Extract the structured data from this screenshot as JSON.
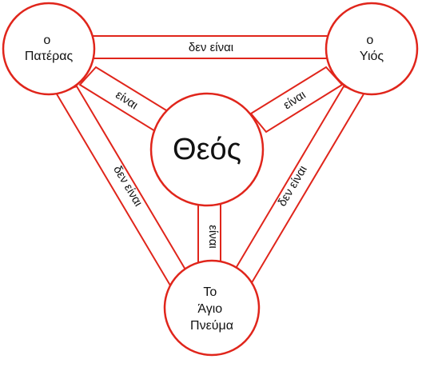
{
  "diagram": {
    "colors": {
      "stroke": "#e0251b",
      "fill": "#ffffff",
      "text": "#111111"
    },
    "nodes": {
      "father": {
        "lines": [
          "ο",
          "Πατέρας"
        ]
      },
      "son": {
        "lines": [
          "ο",
          "Υιός"
        ]
      },
      "spirit": {
        "lines": [
          "Το",
          "Άγιο",
          "Πνεύμα"
        ]
      },
      "god": {
        "label": "Θεός"
      }
    },
    "links": {
      "father_son": "δεν είναι",
      "father_spirit": "δεν είναι",
      "son_spirit": "δεν είναι",
      "father_god": "είναι",
      "son_god": "είναι",
      "spirit_god": "είναι"
    }
  }
}
